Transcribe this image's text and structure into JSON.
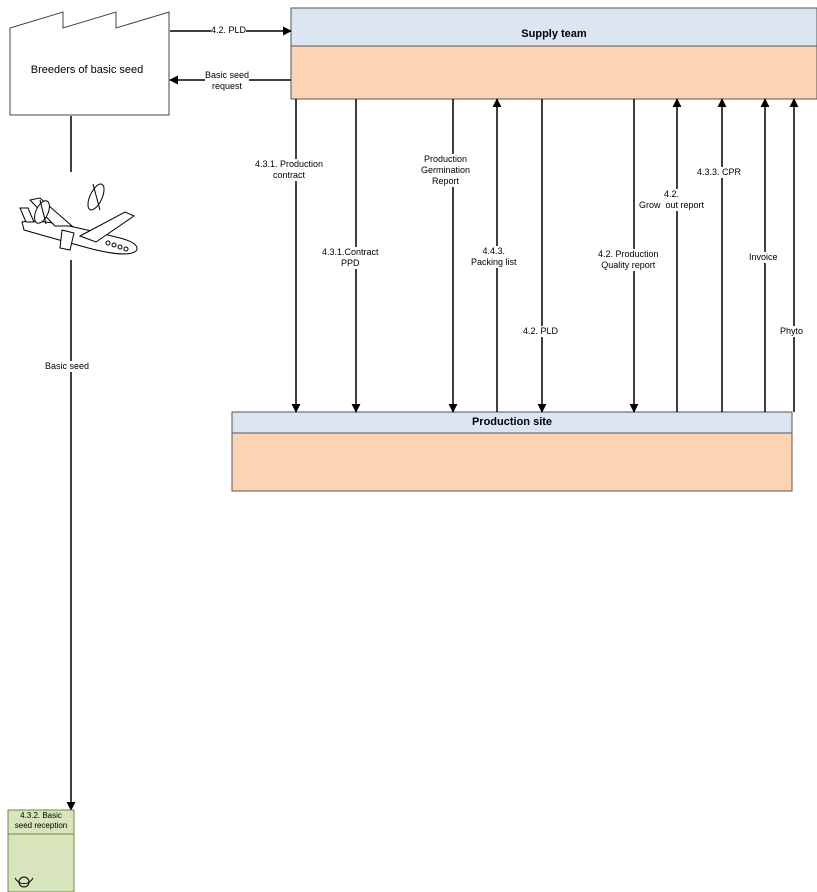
{
  "breeder": {
    "label": "Breeders of basic seed"
  },
  "supply_team": {
    "title": "Supply team"
  },
  "production_site": {
    "title": "Production site"
  },
  "flows": {
    "pld_top": "4.2. PLD",
    "basic_seed_request": "Basic seed\nrequest",
    "basic_seed": "Basic seed",
    "production_contract": "4.3.1. Production\ncontract",
    "contract_ppd": "4.3.1.Contract\nPPD",
    "production_germination_report": "Production\nGermination\nReport",
    "packing_list": "4.4.3.\nPacking list",
    "pld_mid": "4.2. PLD",
    "production_quality_report": "4.2. Production\nQuality report",
    "grow_out_report": "4.2.\nGrow  out report",
    "cpr": "4.3.3. CPR",
    "invoice": "Invoice",
    "phyto": "Phyto"
  },
  "reception": {
    "label": "4.3.2. Basic\nseed reception"
  },
  "colors": {
    "lane_header": "#dce6f2",
    "lane_body": "#fbd4b4",
    "reception_fill": "#d7e4bc",
    "reception_border": "#6e8b3d"
  },
  "icons": {
    "transport": "airplane-icon",
    "reception_symbol": "receipt-symbol-icon"
  }
}
